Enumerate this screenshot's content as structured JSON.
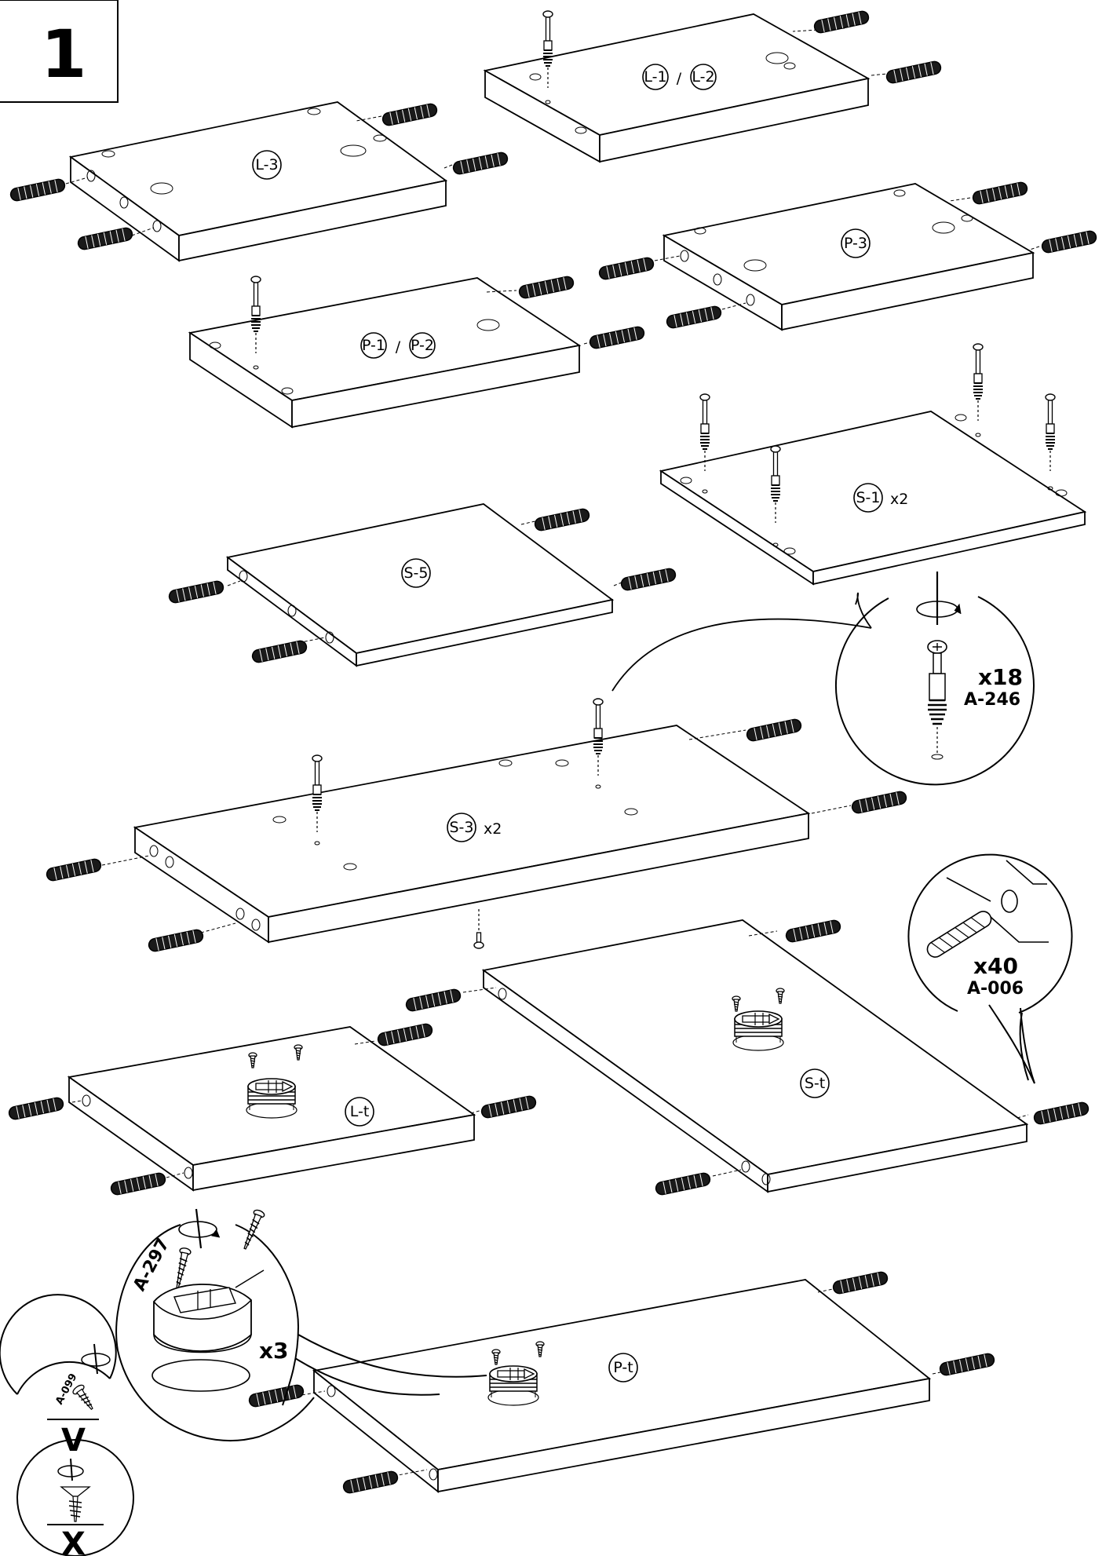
{
  "step": {
    "number": "1"
  },
  "panels": [
    {
      "id": "l1l2",
      "parts": [
        "L-1",
        "L-2"
      ],
      "qty": ""
    },
    {
      "id": "l3",
      "parts": [
        "L-3"
      ],
      "qty": ""
    },
    {
      "id": "p3",
      "parts": [
        "P-3"
      ],
      "qty": ""
    },
    {
      "id": "p1p2",
      "parts": [
        "P-1",
        "P-2"
      ],
      "qty": ""
    },
    {
      "id": "s1",
      "parts": [
        "S-1"
      ],
      "qty": "x2"
    },
    {
      "id": "s5",
      "parts": [
        "S-5"
      ],
      "qty": ""
    },
    {
      "id": "s3",
      "parts": [
        "S-3"
      ],
      "qty": "x2"
    },
    {
      "id": "st",
      "parts": [
        "S-t"
      ],
      "qty": ""
    },
    {
      "id": "lt",
      "parts": [
        "L-t"
      ],
      "qty": ""
    },
    {
      "id": "pt",
      "parts": [
        "P-t"
      ],
      "qty": ""
    }
  ],
  "callouts": {
    "cam_bolt": {
      "count": "x18",
      "code": "A-246"
    },
    "dowel": {
      "count": "x40",
      "code": "A-006"
    },
    "cam_lock": {
      "count": "x3",
      "code": "A-297"
    },
    "screw_ok": {
      "code": "A-099",
      "mark": "V"
    },
    "screw_wrong": {
      "mark": "X"
    }
  }
}
